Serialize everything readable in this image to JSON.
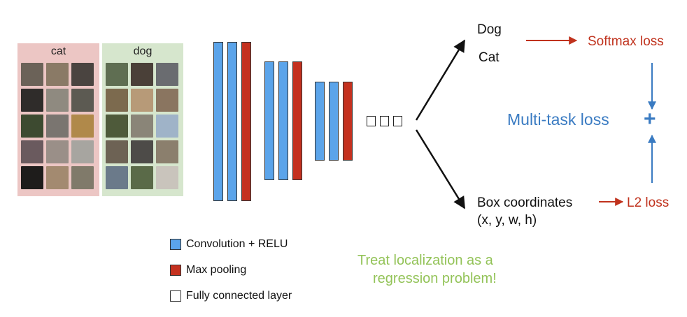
{
  "panels": {
    "cat": {
      "label": "cat",
      "bg": "#ecc6c4"
    },
    "dog": {
      "label": "dog",
      "bg": "#d6e6cd"
    }
  },
  "colors": {
    "conv": "#5ba4ea",
    "pool": "#c4311f",
    "loss_red": "#c0321d",
    "multitask_blue": "#3a7bc2",
    "note_green": "#93c358"
  },
  "outputs": {
    "dog": "Dog",
    "cat": "Cat",
    "box_line1": "Box coordinates",
    "box_line2": "(x, y, w, h)"
  },
  "losses": {
    "softmax": "Softmax loss",
    "l2": "L2 loss",
    "multitask": "Multi-task loss",
    "plus": "+"
  },
  "legend": {
    "conv": "Convolution + RELU",
    "pool": "Max pooling",
    "fc": "Fully connected layer"
  },
  "note": {
    "line1": "Treat localization as a",
    "line2": "regression problem!"
  }
}
